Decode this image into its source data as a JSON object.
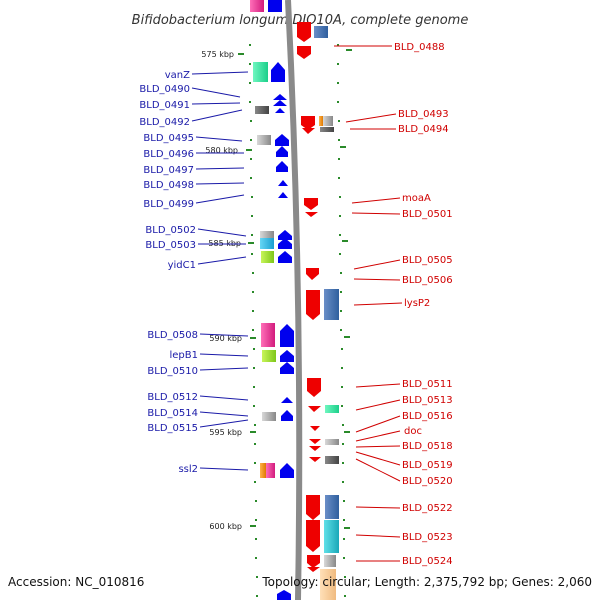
{
  "title": "Bifidobacterium longum DJO10A, complete genome",
  "footer": {
    "accession": "Accession: NC_010816",
    "topology": "Topology: circular; Length: 2,375,792 bp; Genes: 2,060"
  },
  "scale_labels": [
    "575 kbp",
    "580 kbp",
    "585 kbp",
    "590 kbp",
    "595 kbp",
    "600 kbp"
  ],
  "left_labels": [
    "vanZ",
    "BLD_0490",
    "BLD_0491",
    "BLD_0492",
    "BLD_0495",
    "BLD_0496",
    "BLD_0497",
    "BLD_0498",
    "BLD_0499",
    "BLD_0502",
    "BLD_0503",
    "yidC1",
    "BLD_0508",
    "lepB1",
    "BLD_0510",
    "BLD_0512",
    "BLD_0514",
    "BLD_0515",
    "ssl2"
  ],
  "right_labels": [
    "BLD_0488",
    "BLD_0493",
    "BLD_0494",
    "moaA",
    "BLD_0501",
    "BLD_0505",
    "BLD_0506",
    "lysP2",
    "BLD_0511",
    "BLD_0513",
    "BLD_0516",
    "doc",
    "BLD_0518",
    "BLD_0519",
    "BLD_0520",
    "BLD_0522",
    "BLD_0523",
    "BLD_0524"
  ],
  "colors": {
    "forward_strand": "#0000ee",
    "reverse_strand": "#ee0000",
    "tick": "#2a8a2a",
    "backbone": "#8a8a8a"
  }
}
